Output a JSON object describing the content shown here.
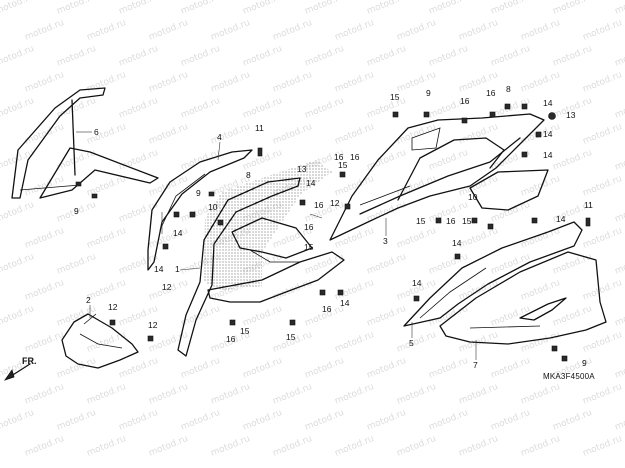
{
  "diagram_code": "MKA3F4500A",
  "direction_label": "FR.",
  "watermark": "motod.ru",
  "callouts": [
    {
      "id": "c1",
      "label": "1"
    },
    {
      "id": "c2",
      "label": "2"
    },
    {
      "id": "c3",
      "label": "3"
    },
    {
      "id": "c4",
      "label": "4"
    },
    {
      "id": "c5",
      "label": "5"
    },
    {
      "id": "c6",
      "label": "6"
    },
    {
      "id": "c7",
      "label": "7"
    },
    {
      "id": "c8a",
      "label": "8"
    },
    {
      "id": "c8b",
      "label": "8"
    },
    {
      "id": "c9a",
      "label": "9"
    },
    {
      "id": "c9b",
      "label": "9"
    },
    {
      "id": "c9c",
      "label": "9"
    },
    {
      "id": "c9d",
      "label": "9"
    },
    {
      "id": "c10a",
      "label": "10"
    },
    {
      "id": "c10b",
      "label": "10"
    },
    {
      "id": "c11a",
      "label": "11"
    },
    {
      "id": "c11b",
      "label": "11"
    },
    {
      "id": "c12a",
      "label": "12"
    },
    {
      "id": "c12b",
      "label": "12"
    },
    {
      "id": "c12c",
      "label": "12"
    },
    {
      "id": "c12d",
      "label": "12"
    },
    {
      "id": "c13a",
      "label": "13"
    },
    {
      "id": "c13b",
      "label": "13"
    },
    {
      "id": "c14a",
      "label": "14"
    },
    {
      "id": "c14b",
      "label": "14"
    },
    {
      "id": "c14c",
      "label": "14"
    },
    {
      "id": "c14d",
      "label": "14"
    },
    {
      "id": "c14e",
      "label": "14"
    },
    {
      "id": "c14f",
      "label": "14"
    },
    {
      "id": "c14g",
      "label": "14"
    },
    {
      "id": "c14h",
      "label": "14"
    },
    {
      "id": "c14i",
      "label": "14"
    },
    {
      "id": "c14j",
      "label": "14"
    },
    {
      "id": "c15a",
      "label": "15"
    },
    {
      "id": "c15b",
      "label": "15"
    },
    {
      "id": "c15c",
      "label": "15"
    },
    {
      "id": "c15d",
      "label": "15"
    },
    {
      "id": "c15e",
      "label": "15"
    },
    {
      "id": "c15f",
      "label": "15"
    },
    {
      "id": "c15g",
      "label": "15"
    },
    {
      "id": "c16a",
      "label": "16"
    },
    {
      "id": "c16b",
      "label": "16"
    },
    {
      "id": "c16c",
      "label": "16"
    },
    {
      "id": "c16d",
      "label": "16"
    },
    {
      "id": "c16e",
      "label": "16"
    },
    {
      "id": "c16f",
      "label": "16"
    },
    {
      "id": "c16g",
      "label": "16"
    },
    {
      "id": "c16h",
      "label": "16"
    },
    {
      "id": "c16i",
      "label": "16"
    }
  ]
}
